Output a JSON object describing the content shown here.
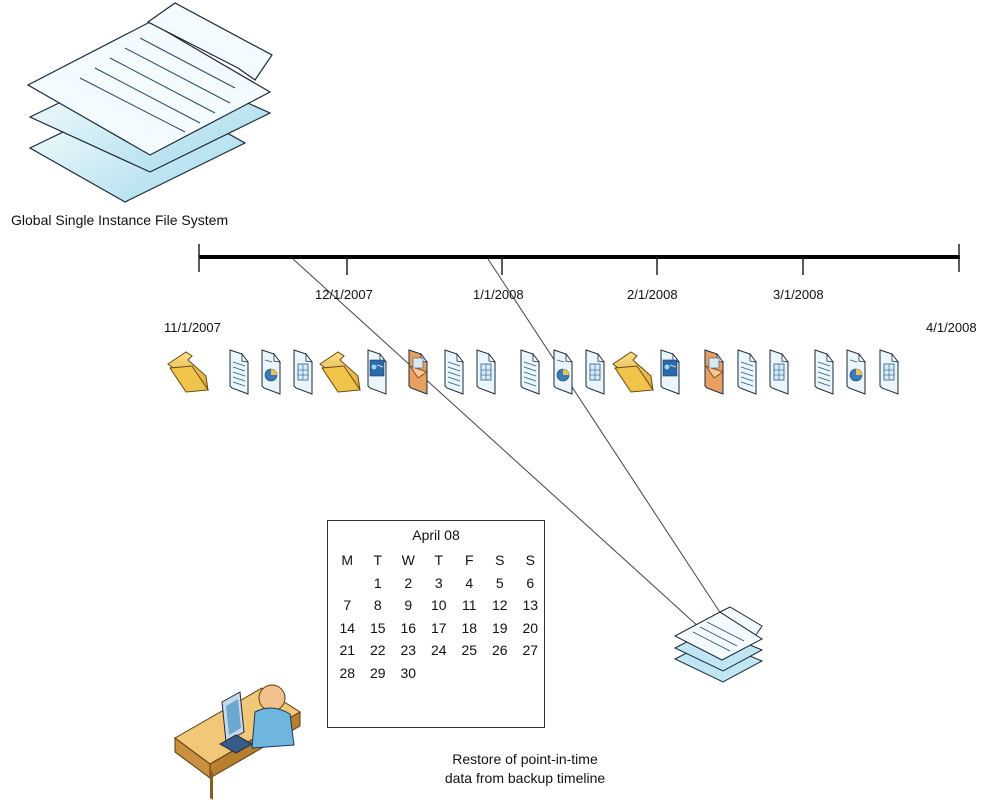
{
  "diagram": {
    "fs_label": "Global Single Instance File System",
    "timeline": {
      "ticks": [
        {
          "label": "11/1/2007",
          "row": "lower"
        },
        {
          "label": "12/1/2007",
          "row": "upper"
        },
        {
          "label": "1/1/2008",
          "row": "upper"
        },
        {
          "label": "2/1/2008",
          "row": "upper"
        },
        {
          "label": "3/1/2008",
          "row": "upper"
        },
        {
          "label": "4/1/2008",
          "row": "lower"
        }
      ]
    },
    "file_icons": [
      "folder-icon",
      "document-icon",
      "chart-document-icon",
      "spreadsheet-icon",
      "folder-icon",
      "presentation-icon",
      "mail-icon",
      "document-icon",
      "spreadsheet-icon",
      "document-icon",
      "chart-document-icon",
      "spreadsheet-icon",
      "folder-icon",
      "presentation-icon",
      "mail-icon",
      "document-icon",
      "spreadsheet-icon",
      "document-icon",
      "chart-document-icon",
      "spreadsheet-icon"
    ],
    "calendar": {
      "title": "April 08",
      "weekdays": [
        "M",
        "T",
        "W",
        "T",
        "F",
        "S",
        "S"
      ],
      "weeks": [
        [
          "",
          "1",
          "2",
          "3",
          "4",
          "5",
          "6"
        ],
        [
          "7",
          "8",
          "9",
          "10",
          "11",
          "12",
          "13"
        ],
        [
          "14",
          "15",
          "16",
          "17",
          "18",
          "19",
          "20"
        ],
        [
          "21",
          "22",
          "23",
          "24",
          "25",
          "26",
          "27"
        ],
        [
          "28",
          "29",
          "30",
          "",
          "",
          "",
          ""
        ]
      ]
    },
    "caption_line1": "Restore of point-in-time",
    "caption_line2": "data from backup timeline",
    "colors": {
      "layer_fill": "#bfe6f2",
      "layer_stroke": "#1a2a3a",
      "folder_fill": "#f0c44a",
      "mail_fill": "#e8a060",
      "doc_fill": "#eaf6fb",
      "desk_fill": "#f0c878",
      "person_fill": "#6fb6de"
    }
  }
}
